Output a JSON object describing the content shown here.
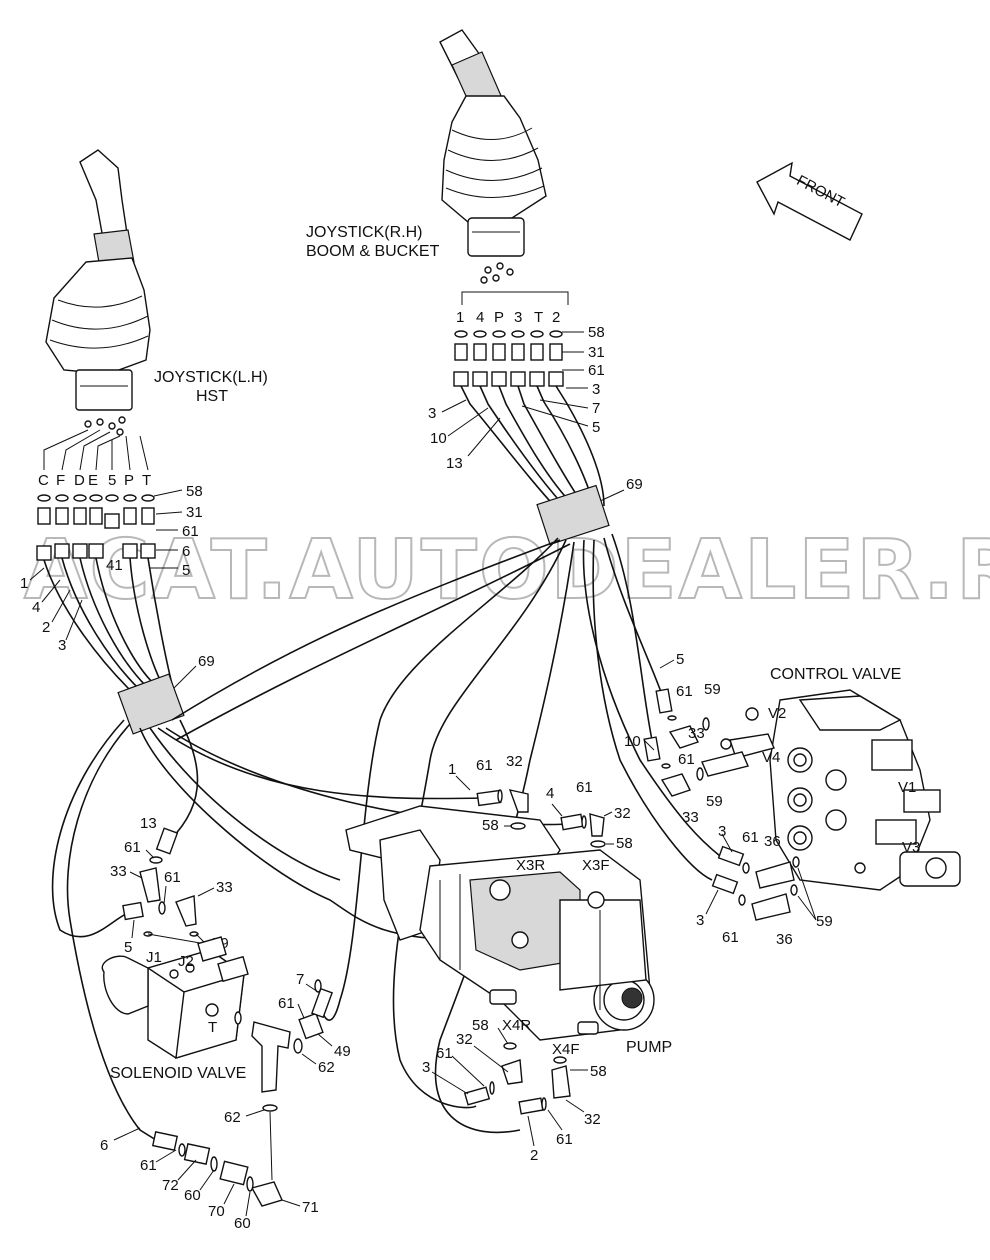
{
  "titles": {
    "joystick_rh_line1": "JOYSTICK(R.H)",
    "joystick_rh_line2": "BOOM & BUCKET",
    "joystick_lh_line1": "JOYSTICK(L.H)",
    "joystick_lh_line2": "HST",
    "control_valve": "CONTROL VALVE",
    "solenoid_valve": "SOLENOID VALVE",
    "pump": "PUMP",
    "front": "FRONT"
  },
  "watermark": "ACAT.AUTODEALER.RU",
  "rh_ports": [
    "1",
    "4",
    "P",
    "3",
    "T",
    "2"
  ],
  "lh_ports": [
    "C",
    "F",
    "D",
    "E",
    "5",
    "P",
    "T"
  ],
  "port_codes": [
    "X3R",
    "X3F",
    "X4R",
    "X4F",
    "V1",
    "V2",
    "V3",
    "V4",
    "J1",
    "J2",
    "T"
  ],
  "callouts": {
    "rh_58": "58",
    "rh_31": "31",
    "rh_61": "61",
    "rh_3b": "3",
    "rh_7": "7",
    "rh_5": "5",
    "rh_3a": "3",
    "rh_10": "10",
    "rh_13": "13",
    "rh_69": "69",
    "lh_58": "58",
    "lh_31": "31",
    "lh_61": "61",
    "lh_6": "6",
    "lh_5": "5",
    "lh_41": "41",
    "lh_1": "1",
    "lh_4": "4",
    "lh_2": "2",
    "lh_3": "3",
    "lh_69": "69",
    "cv_5": "5",
    "cv_61a": "61",
    "cv_59a": "59",
    "cv_33a": "33",
    "cv_10": "10",
    "cv_61b": "61",
    "cv_59b": "59",
    "cv_33b": "33",
    "cv_3a": "3",
    "cv_61c": "61",
    "cv_36a": "36",
    "cv_3b": "3",
    "cv_61d": "61",
    "cv_36b": "36",
    "cv_59c": "59",
    "p_1": "1",
    "p_61a": "61",
    "p_32a": "32",
    "p_58a": "58",
    "p_4": "4",
    "p_61b": "61",
    "p_32b": "32",
    "p_58b": "58",
    "s_13": "13",
    "s_61a": "61",
    "s_33a": "33",
    "s_61b": "61",
    "s_33b": "33",
    "s_5": "5",
    "s_59": "59",
    "m_7": "7",
    "m_61": "61",
    "m_49": "49",
    "m_62a": "62",
    "m_62b": "62",
    "b_58": "58",
    "b_61": "61",
    "b_32a": "32",
    "b_3": "3",
    "b_58b": "58",
    "b_32b": "32",
    "b_61b": "61",
    "b_2": "2",
    "l_6": "6",
    "l_61": "61",
    "l_72": "72",
    "l_60a": "60",
    "l_70": "70",
    "l_60b": "60",
    "l_71": "71"
  }
}
